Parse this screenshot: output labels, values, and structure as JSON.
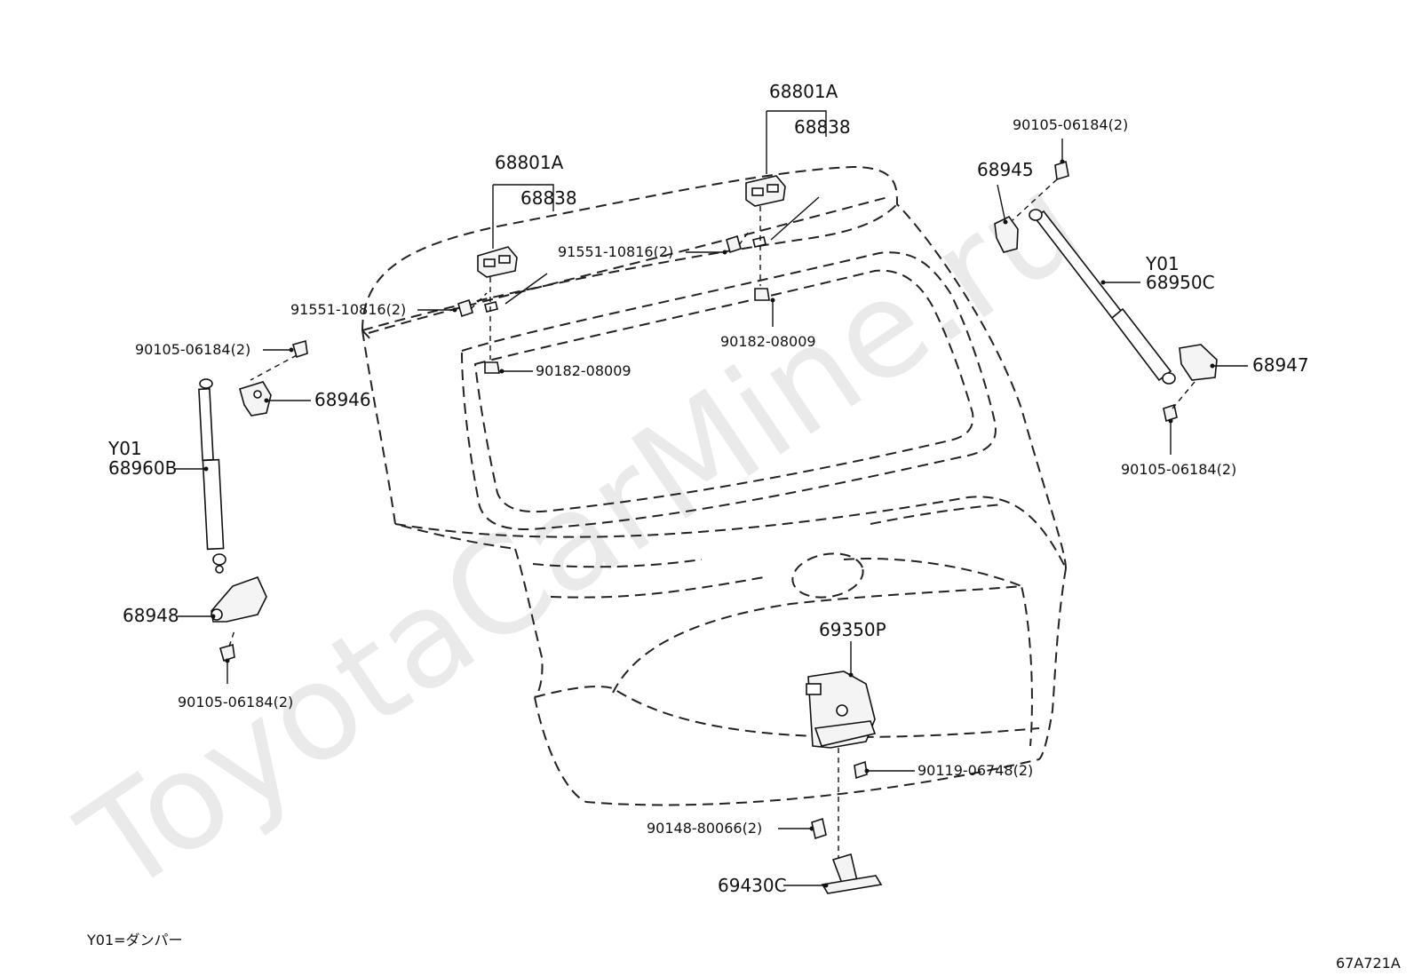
{
  "watermark": "ToyotaCarMine.ru",
  "footnote": "Y01=ダンパー",
  "figure_code": "67A721A",
  "labels": {
    "hinge_left_assy": "68801A",
    "hinge_left": "68838",
    "hinge_right_assy": "68801A",
    "hinge_right": "68838",
    "bolt_hinge_left": "91551-10816(2)",
    "bolt_hinge_right": "91551-10816(2)",
    "nut_hinge_left": "90182-08009",
    "nut_hinge_right": "90182-08009",
    "bolt_top_left": "90105-06184(2)",
    "bracket_upper_left": "68946",
    "damper_left_code": "Y01",
    "damper_left": "68960B",
    "bracket_lower_left": "68948",
    "bolt_bottom_left": "90105-06184(2)",
    "bolt_top_right": "90105-06184(2)",
    "bracket_upper_right": "68945",
    "damper_right_code": "Y01",
    "damper_right": "68950C",
    "bracket_lower_right": "68947",
    "bolt_bottom_right": "90105-06184(2)",
    "lock_assy": "69350P",
    "lock_bolt": "90119-06748(2)",
    "striker_screw": "90148-80066(2)",
    "striker": "69430C"
  }
}
